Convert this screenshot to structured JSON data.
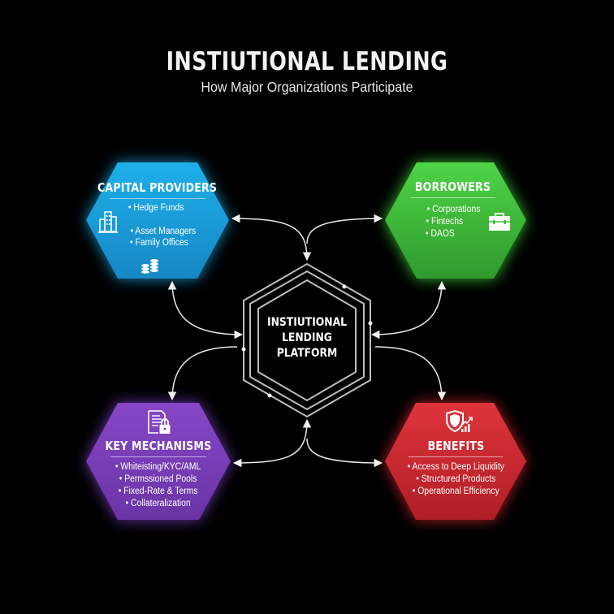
{
  "header": {
    "title": "INSTIUTIONAL LENDING",
    "subtitle": "How Major Organizations Participate"
  },
  "center": {
    "line1": "INSTIUTIONAL",
    "line2": "LENDING",
    "line3": "PLATFORM"
  },
  "nodes": {
    "capital_providers": {
      "title": "CAPITAL PROVIDERS",
      "color": "#1aa3d9",
      "items": [
        "• Hedge Funds",
        "• Asset Managers",
        "• Family Offices"
      ],
      "icons": [
        "buildings-icon",
        "coins-icon"
      ]
    },
    "borrowers": {
      "title": "BORROWERS",
      "color": "#3fb83a",
      "items": [
        "• Corporations",
        "• Fintechs",
        "• DAOS"
      ],
      "icons": [
        "briefcase-icon"
      ]
    },
    "key_mechanisms": {
      "title": "KEY MECHANISMS",
      "color": "#7b3fb8",
      "items": [
        "• Whiteisting/KYC/AML",
        "• Permssioned Pools",
        "• Fixed-Rate & Terms",
        "• Collateralization"
      ],
      "icons": [
        "document-lock-icon"
      ]
    },
    "benefits": {
      "title": "BENEFITS",
      "color": "#c8262e",
      "items": [
        "• Access to Deep Liquidity",
        "• Structured Products",
        "• Operational Efficiency"
      ],
      "icons": [
        "shield-growth-icon"
      ]
    }
  },
  "colors": {
    "background": "#000000",
    "connector": "#e8e8e8",
    "center_outline": "#bdbdbd"
  }
}
